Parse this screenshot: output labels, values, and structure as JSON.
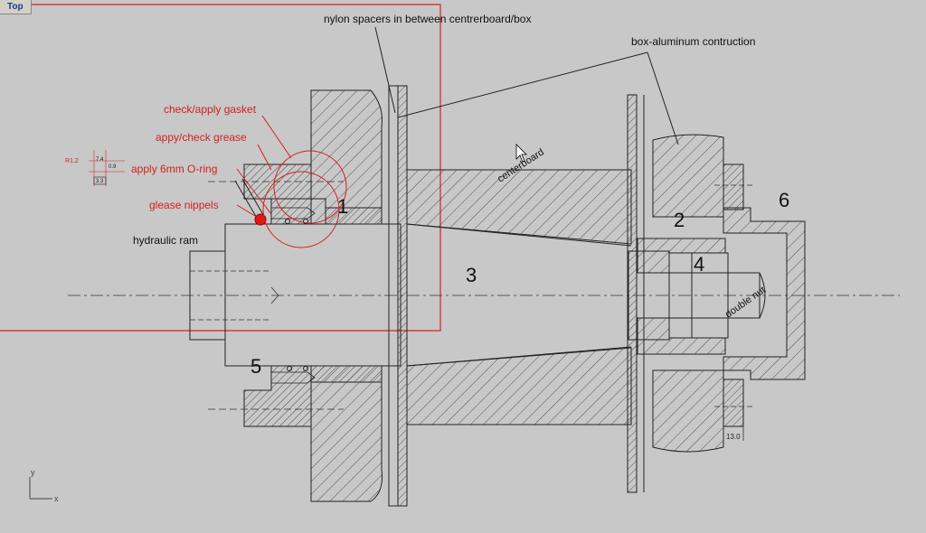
{
  "viewport": {
    "name": "Top",
    "axes": {
      "x": "x",
      "y": "y"
    }
  },
  "colors": {
    "background": "#c8c8c8",
    "line": "#2a2a2a",
    "annotation": "#d42020",
    "frame": "#d42020"
  },
  "labels": {
    "nylon_spacers": "nylon spacers in between centrerboard/box",
    "box_construction": "box-aluminum contruction",
    "centerboard": "centerboard",
    "hydraulic_ram": "hydraulic ram",
    "double_nut": "double nut"
  },
  "annotations": {
    "gasket": "check/apply gasket",
    "grease": "appy/check grease",
    "oring": "apply 6mm O-ring",
    "nipples": "glease nippels"
  },
  "detail_dims": {
    "r": "R1.2",
    "d1": "7.4",
    "d2": "3.3",
    "d3": "0.9"
  },
  "callouts": {
    "n1": "1",
    "n2": "2",
    "n3": "3",
    "n4": "4",
    "n5": "5",
    "n6": "6"
  },
  "dimension_text": "13.0"
}
